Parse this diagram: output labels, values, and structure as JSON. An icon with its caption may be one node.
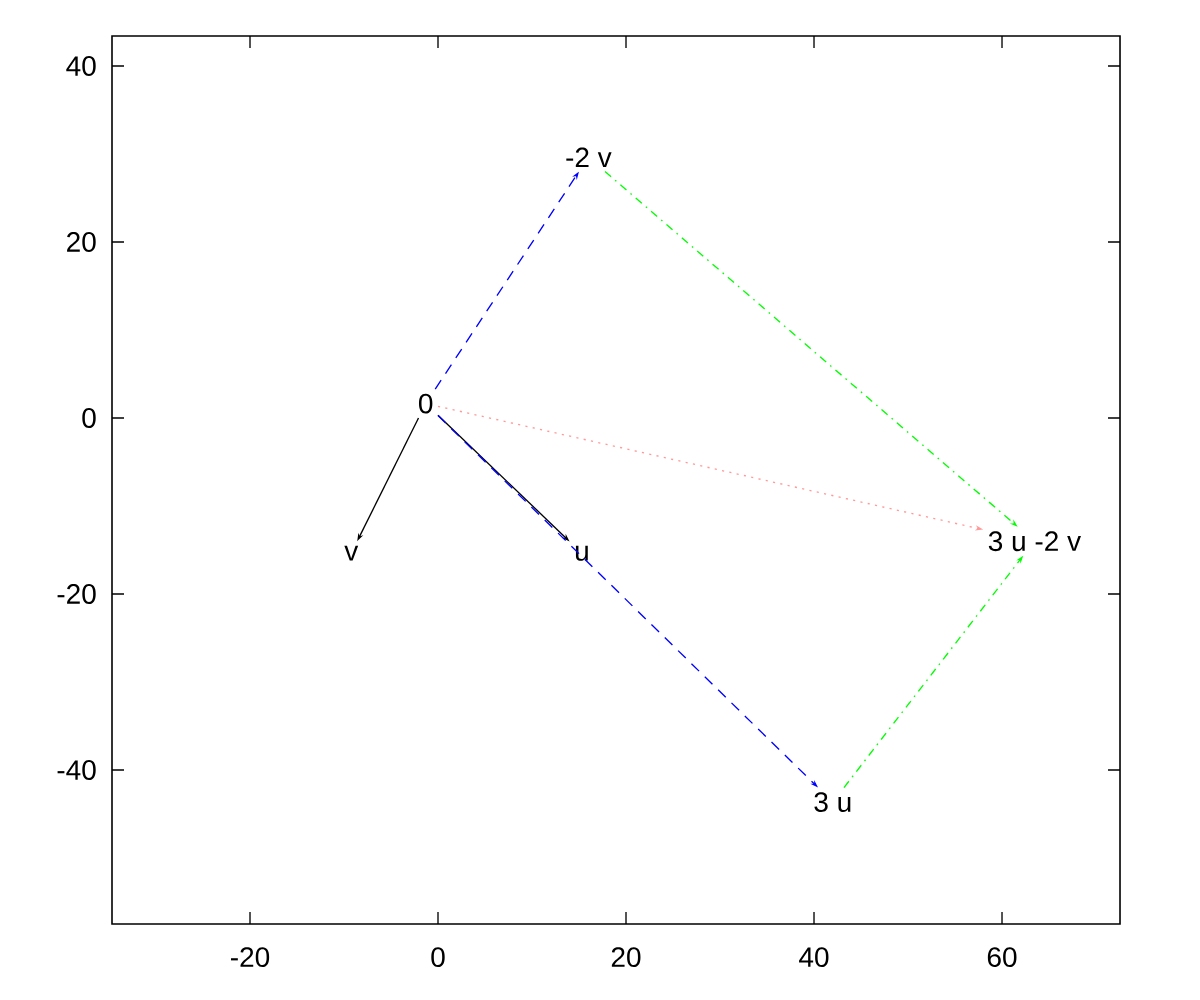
{
  "diagram": {
    "nodes": [
      {
        "text": [
          "0"
        ]
      },
      {
        "text": [
          "v"
        ]
      },
      {
        "text": [
          "u"
        ]
      },
      {
        "text": [
          "-2 v"
        ]
      },
      {
        "text": [
          "3 u"
        ]
      },
      {
        "text": [
          "3 u -2 v"
        ]
      }
    ],
    "edges": [
      {
        "from": 0,
        "to": 2,
        "arrow": "to"
      },
      {
        "from": 0,
        "to": 1,
        "arrow": "to"
      },
      {
        "from": 0,
        "to": 3,
        "arrow": "to",
        "style": "dashed",
        "color": "#0000ff"
      },
      {
        "from": 0,
        "to": 4,
        "arrow": "to",
        "style": "dashed",
        "color": "#0000ff"
      },
      {
        "from": 3,
        "to": 5,
        "arrow": "to",
        "style": "dashed",
        "color": "#00ff00"
      },
      {
        "from": 4,
        "to": 5,
        "arrow": "to",
        "style": "dashed",
        "color": "#00ff00"
      },
      {
        "from": 0,
        "to": 5,
        "arrow": "to",
        "style": "dashed",
        "color": "#ff9999"
      }
    ],
    "labels": [
      "40",
      "20",
      "0",
      "-20",
      "-40",
      "-20",
      "0",
      "20",
      "40",
      "60"
    ]
  }
}
